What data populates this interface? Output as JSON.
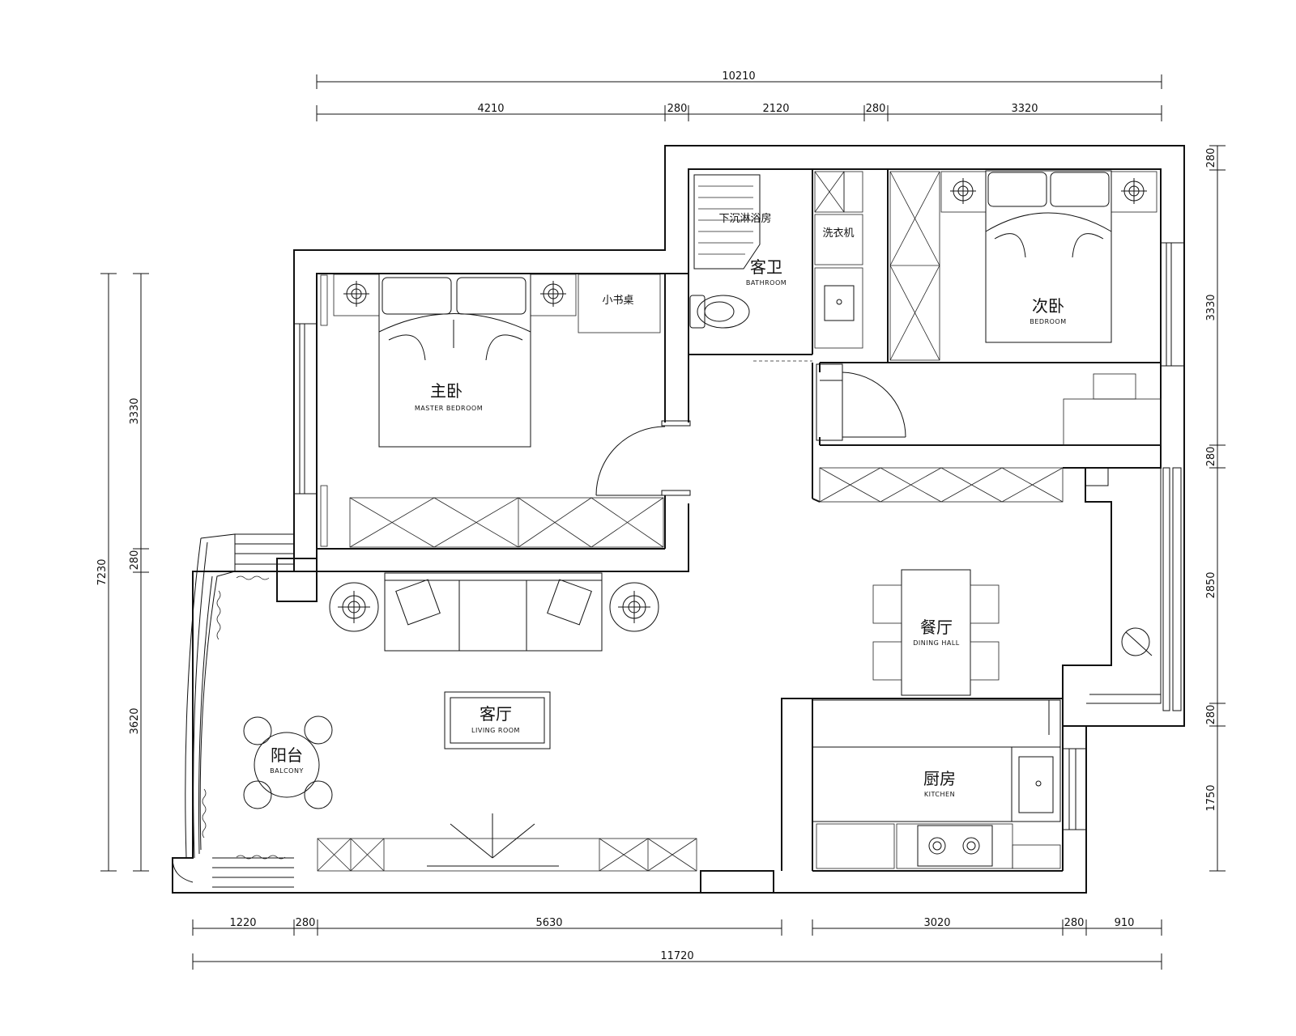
{
  "dimensions": {
    "top_total": "10210",
    "top_segments": [
      "4210",
      "280",
      "2120",
      "280",
      "3320"
    ],
    "bottom_segments": [
      "1220",
      "280",
      "5630",
      "3020",
      "280",
      "910"
    ],
    "bottom_total": "11720",
    "left_total": "7230",
    "left_segments": [
      "3330",
      "280",
      "3620"
    ],
    "right_segments": [
      "280",
      "3330",
      "280",
      "2850",
      "280",
      "1750"
    ]
  },
  "rooms": {
    "master_bedroom": {
      "cn": "主卧",
      "en": "MASTER BEDROOM"
    },
    "bathroom": {
      "cn": "客卫",
      "en": "BATHROOM"
    },
    "shower": {
      "cn": "下沉淋浴房"
    },
    "washer": {
      "cn": "洗衣机"
    },
    "desk_note": {
      "cn": "小书桌"
    },
    "second_bedroom": {
      "cn": "次卧",
      "en": "BEDROOM"
    },
    "dining_hall": {
      "cn": "餐厅",
      "en": "DINING HALL"
    },
    "living_room": {
      "cn": "客厅",
      "en": "LIVING ROOM"
    },
    "balcony": {
      "cn": "阳台",
      "en": "BALCONY"
    },
    "kitchen": {
      "cn": "厨房",
      "en": "KITCHEN"
    }
  }
}
